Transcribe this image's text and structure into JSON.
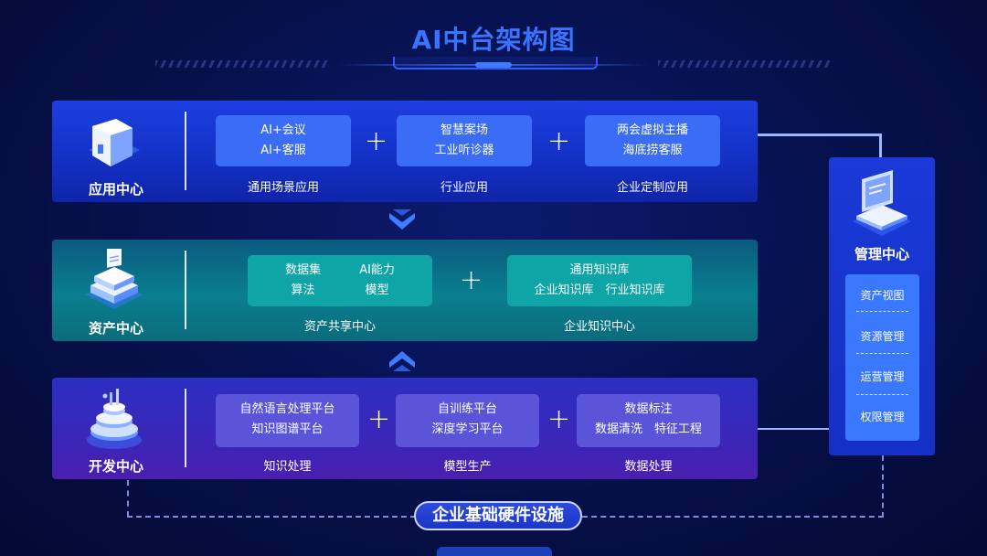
{
  "title": "AI中台架构图",
  "app_center": {
    "label": "应用中心",
    "cards": [
      {
        "lines": [
          "AI+会议",
          "AI+客服"
        ],
        "caption": "通用场景应用"
      },
      {
        "lines": [
          "智慧案场",
          "工业听诊器"
        ],
        "caption": "行业应用"
      },
      {
        "lines": [
          "两会虚拟主播",
          "海底捞客服"
        ],
        "caption": "企业定制应用"
      }
    ]
  },
  "asset_center": {
    "label": "资产中心",
    "cards": [
      {
        "grid": [
          "数据集",
          "AI能力",
          "算法",
          "模型"
        ],
        "caption": "资产共享中心"
      },
      {
        "lines": [
          "通用知识库",
          "企业知识库　行业知识库"
        ],
        "caption": "企业知识中心"
      }
    ]
  },
  "dev_center": {
    "label": "开发中心",
    "cards": [
      {
        "lines": [
          "自然语言处理平台",
          "知识图谱平台"
        ],
        "caption": "知识处理"
      },
      {
        "lines": [
          "自训练平台",
          "深度学习平台"
        ],
        "caption": "模型生产"
      },
      {
        "lines": [
          "数据标注",
          "数据清洗　特征工程"
        ],
        "caption": "数据处理"
      }
    ]
  },
  "management": {
    "label": "管理中心",
    "items": [
      "资产视图",
      "资源管理",
      "运营管理",
      "权限管理"
    ]
  },
  "infrastructure": "企业基础硬件设施",
  "plus_sign": "+",
  "colors": {
    "background": "#06104a",
    "app_row": "#1a3ad8",
    "asset_row": "#0a7f8e",
    "dev_row": "#3a26b8",
    "title": "#3a73ff",
    "management_list": "#3a78ff"
  }
}
